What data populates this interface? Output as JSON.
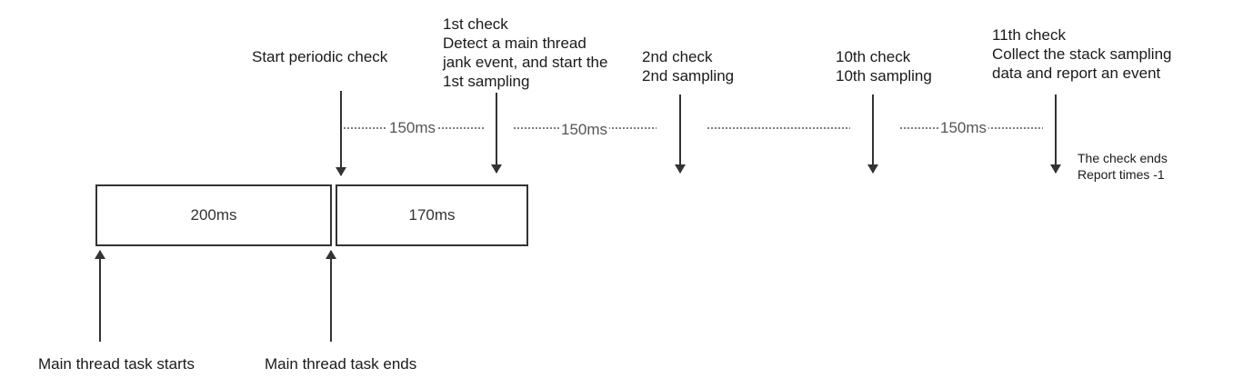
{
  "labels": {
    "start_periodic": "Start periodic check",
    "check1": [
      "1st check",
      "Detect a main thread",
      "jank event, and start the",
      "1st sampling"
    ],
    "check2": [
      "2nd check",
      "2nd sampling"
    ],
    "check10": [
      "10th check",
      "10th sampling"
    ],
    "check11": [
      "11th check",
      "Collect the stack sampling",
      "data and report an event"
    ],
    "check_ends": [
      "The check ends",
      "Report times -1"
    ],
    "task_starts": "Main thread task starts",
    "task_ends": "Main thread task ends"
  },
  "intervals": [
    "150ms",
    "150ms",
    "150ms"
  ],
  "tasks": [
    "200ms",
    "170ms"
  ]
}
